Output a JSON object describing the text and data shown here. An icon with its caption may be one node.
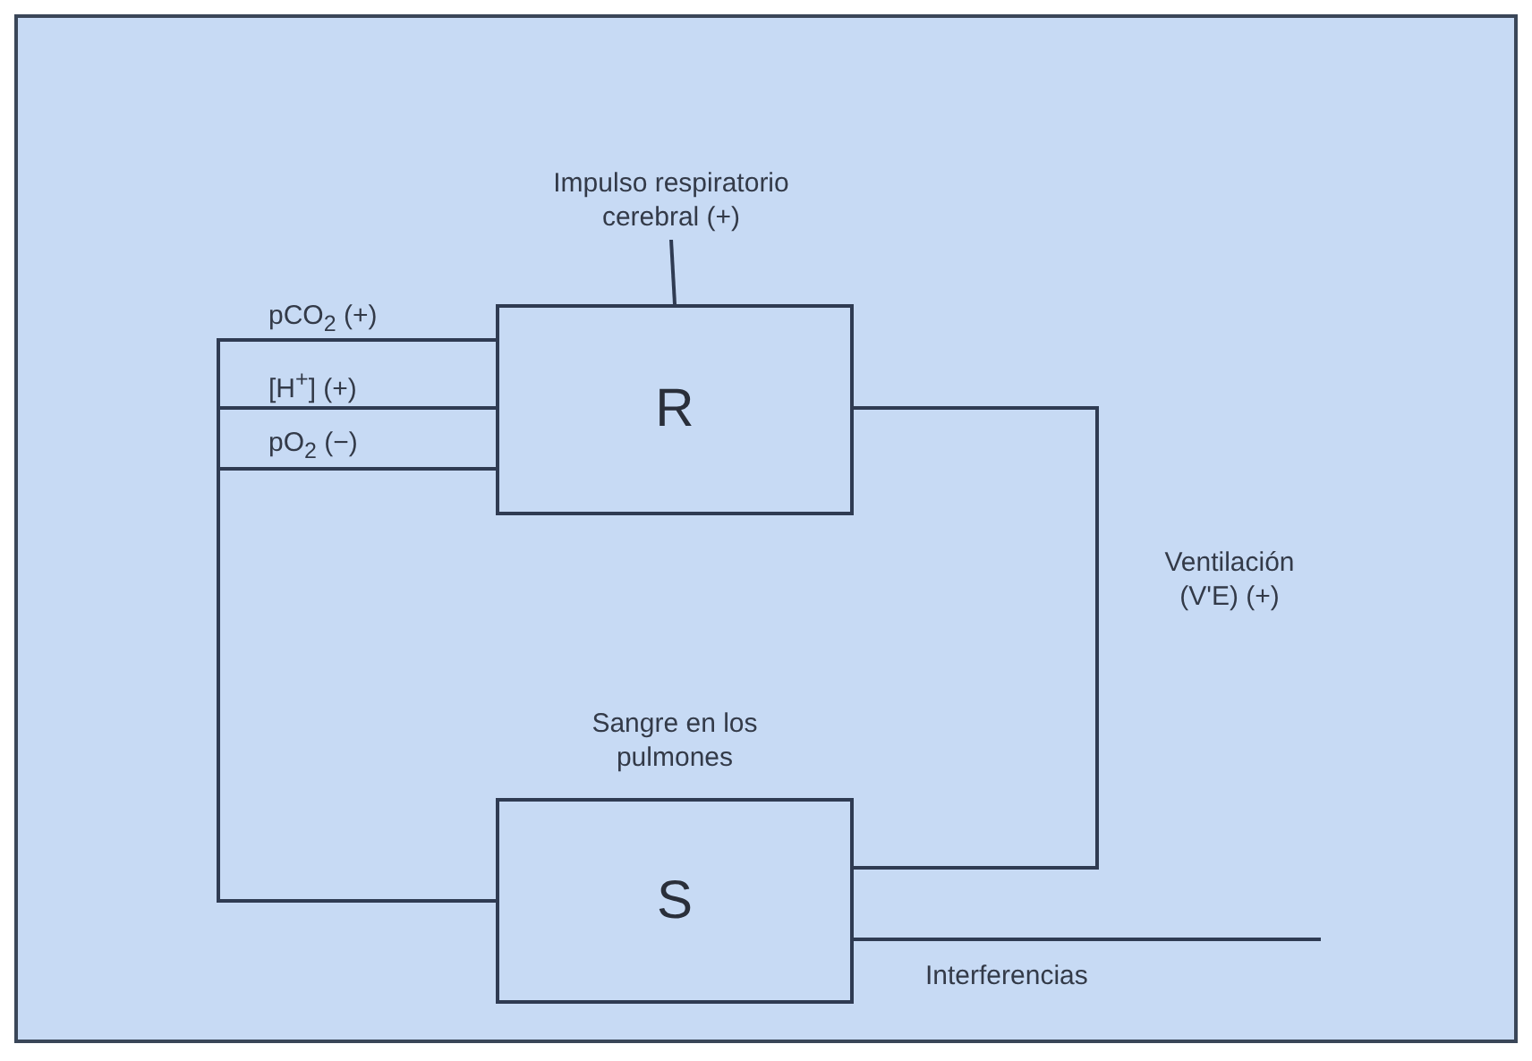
{
  "diagram": {
    "nodes": [
      {
        "text": [
          "Impulso respiratorio cerebral (+)"
        ]
      },
      {
        "text": [
          "R"
        ]
      },
      {
        "text": [
          "Sangre en los pulmones",
          "S"
        ]
      }
    ],
    "edges": [
      {
        "from": 0,
        "to": 1,
        "arrow": "none"
      },
      {
        "from": 2,
        "to": 1,
        "arrow": "none",
        "label": "pCO$_{2}$ (+)"
      },
      {
        "from": 2,
        "to": 1,
        "arrow": "none",
        "label": "[H$^{+}$] (+)"
      },
      {
        "from": 2,
        "to": 1,
        "arrow": "none",
        "label": "pO$_{2}$ (−)"
      },
      {
        "from": 1,
        "to": 2,
        "arrow": "none",
        "label": "Ventilación (V'E) (+)"
      },
      {
        "from": 2,
        "to": null,
        "arrow": "none",
        "label": "Interferencias"
      }
    ]
  }
}
